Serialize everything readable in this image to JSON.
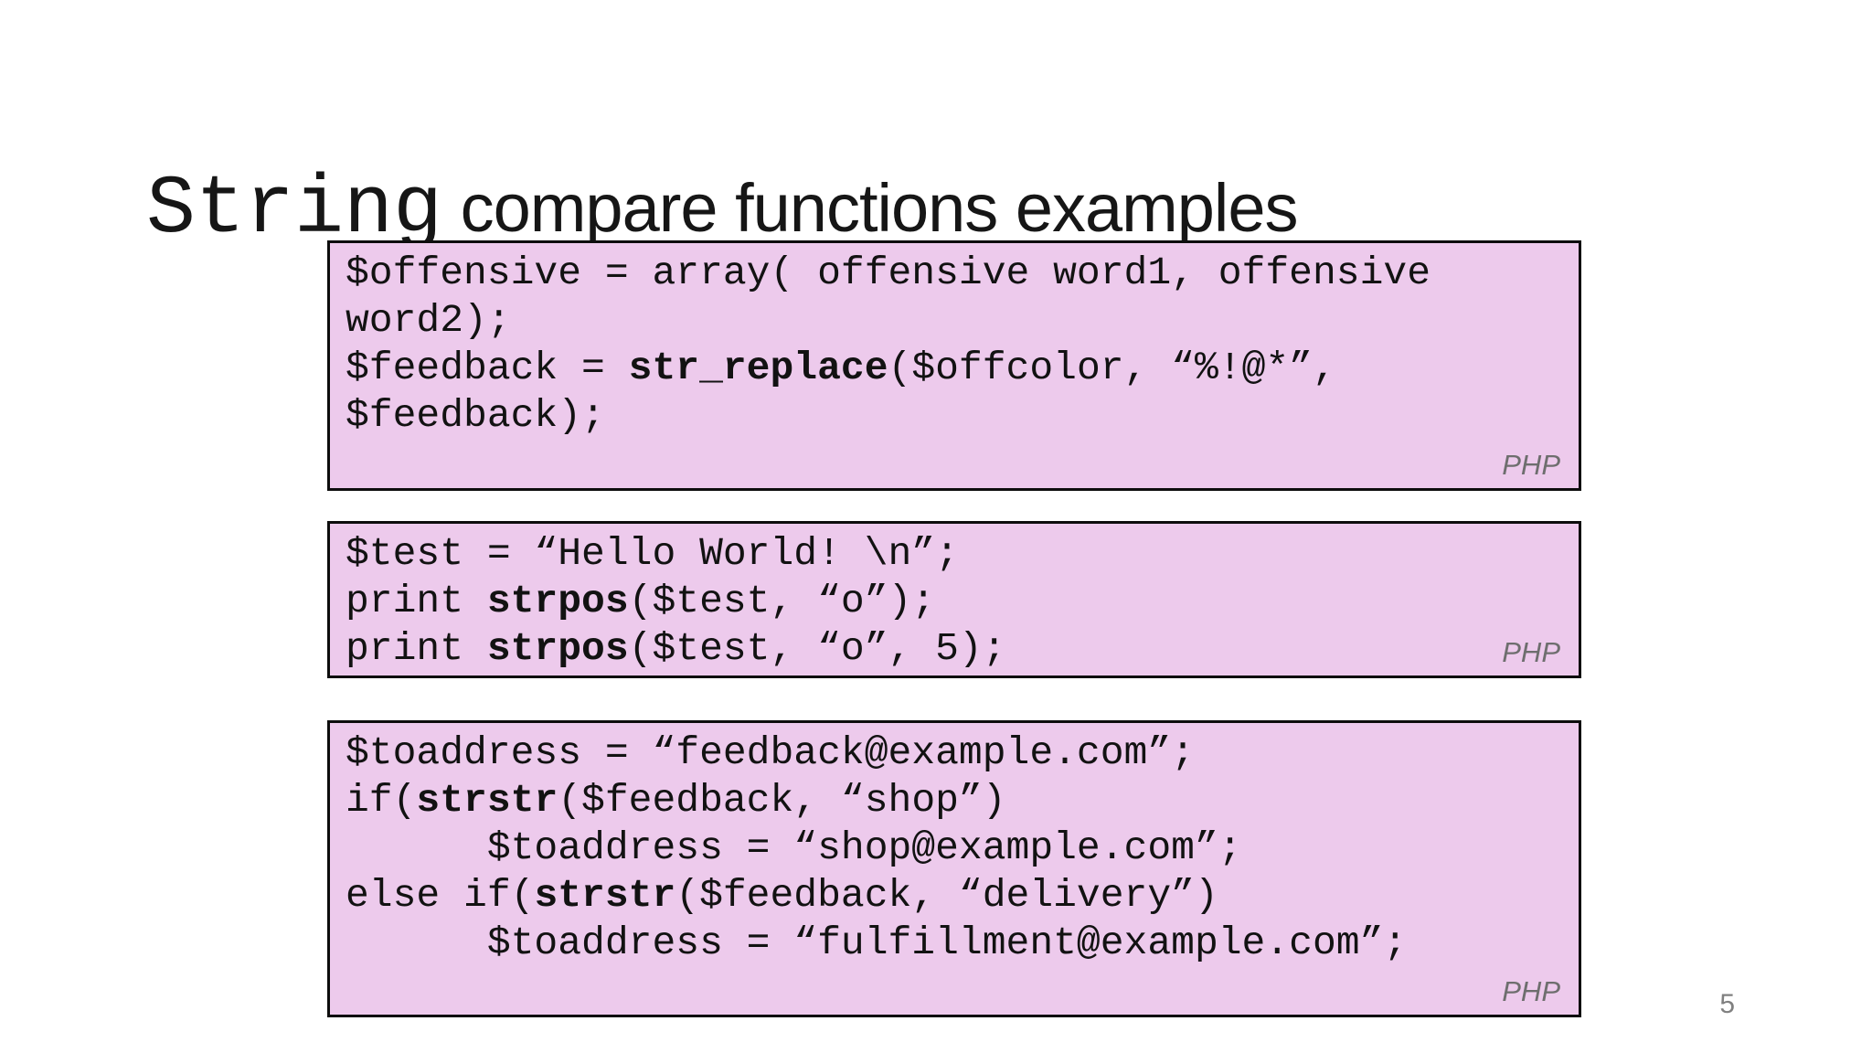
{
  "slide": {
    "title": {
      "code_part": "String",
      "rest_part": " compare functions examples"
    },
    "php_label": "PHP",
    "page_number": "5",
    "colors": {
      "box_bg": "#EDCAEC",
      "box_border": "#0D0D0D",
      "code_text": "#121212",
      "muted": "#6E6E6E"
    },
    "boxes": [
      {
        "name": "str-replace-example",
        "lines": [
          [
            {
              "t": "$offensive = array( offensive word1, offensive"
            }
          ],
          [
            {
              "t": "word2);"
            }
          ],
          [
            {
              "t": "$feedback = "
            },
            {
              "t": "str_replace",
              "b": true
            },
            {
              "t": "($offcolor, “%!@*”,"
            }
          ],
          [
            {
              "t": "$feedback);"
            }
          ]
        ]
      },
      {
        "name": "strpos-example",
        "lines": [
          [
            {
              "t": "$test = “Hello World! \\n”;"
            }
          ],
          [
            {
              "t": "print "
            },
            {
              "t": "strpos",
              "b": true
            },
            {
              "t": "($test, “o”);"
            }
          ],
          [
            {
              "t": "print "
            },
            {
              "t": "strpos",
              "b": true
            },
            {
              "t": "($test, “o”, 5);"
            }
          ]
        ]
      },
      {
        "name": "strstr-example",
        "lines": [
          [
            {
              "t": "$toaddress = “feedback@example.com”;"
            }
          ],
          [
            {
              "t": "if("
            },
            {
              "t": "strstr",
              "b": true
            },
            {
              "t": "($feedback, “shop”)"
            }
          ],
          [
            {
              "t": "      $toaddress = “shop@example.com”;"
            }
          ],
          [
            {
              "t": "else if("
            },
            {
              "t": "strstr",
              "b": true
            },
            {
              "t": "($feedback, “delivery”)"
            }
          ],
          [
            {
              "t": "      $toaddress = “fulfillment@example.com”;"
            }
          ]
        ]
      }
    ]
  }
}
